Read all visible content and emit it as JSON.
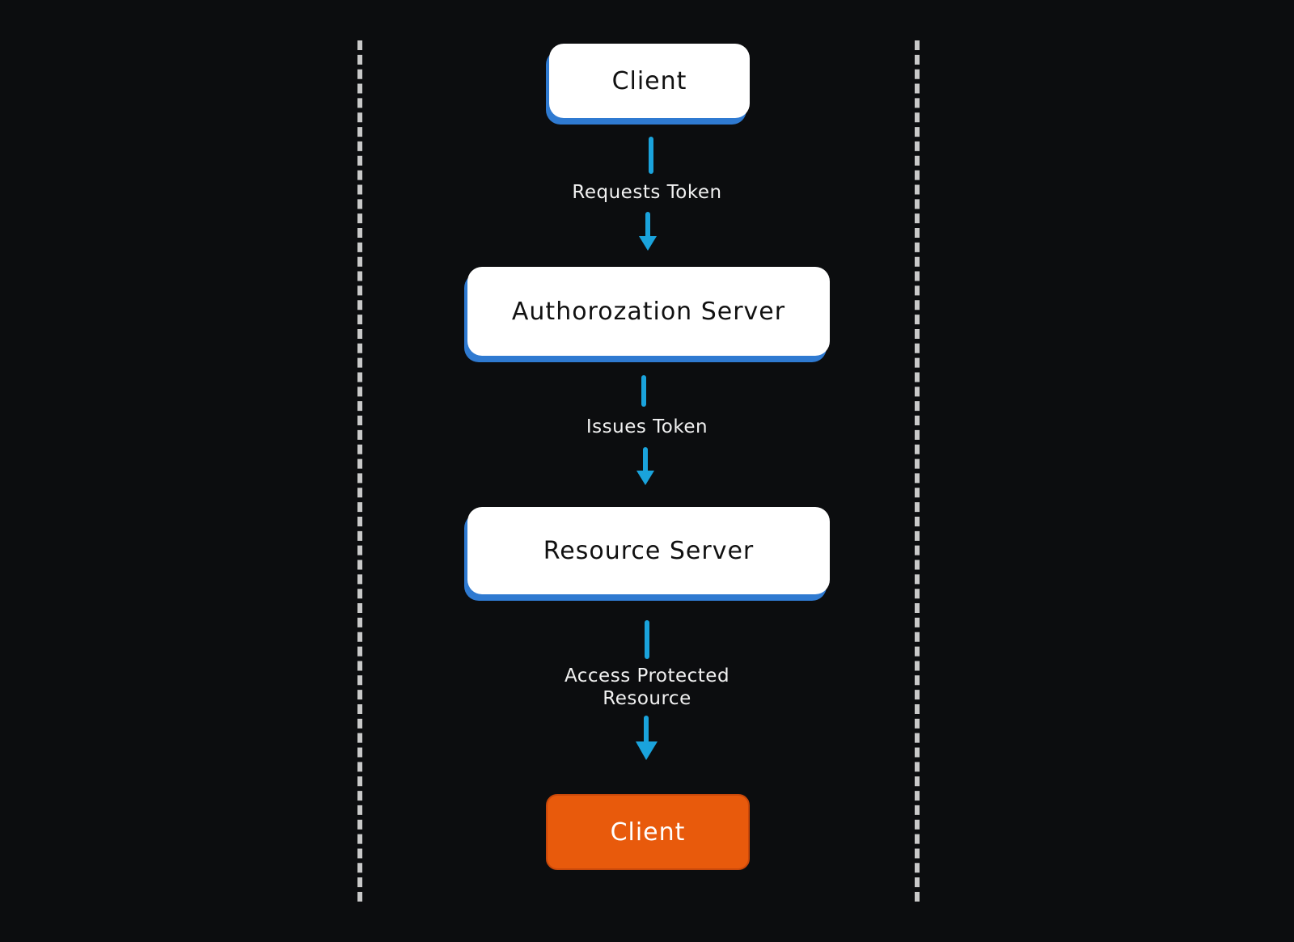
{
  "nodes": {
    "client_top": "Client",
    "authorization_server": "Authorozation Server",
    "resource_server": "Resource Server",
    "client_final": "Client"
  },
  "edges": {
    "requests_token": "Requests Token",
    "issues_token": "Issues Token",
    "access_protected_resource": "Access Protected Resource"
  },
  "colors": {
    "background": "#0c0d0f",
    "node_fill": "#ffffff",
    "node_shadow": "#2f7ad1",
    "terminal_fill": "#e85a0c",
    "arrow": "#1aa3dc",
    "lane_dash": "#c9c9c9"
  }
}
